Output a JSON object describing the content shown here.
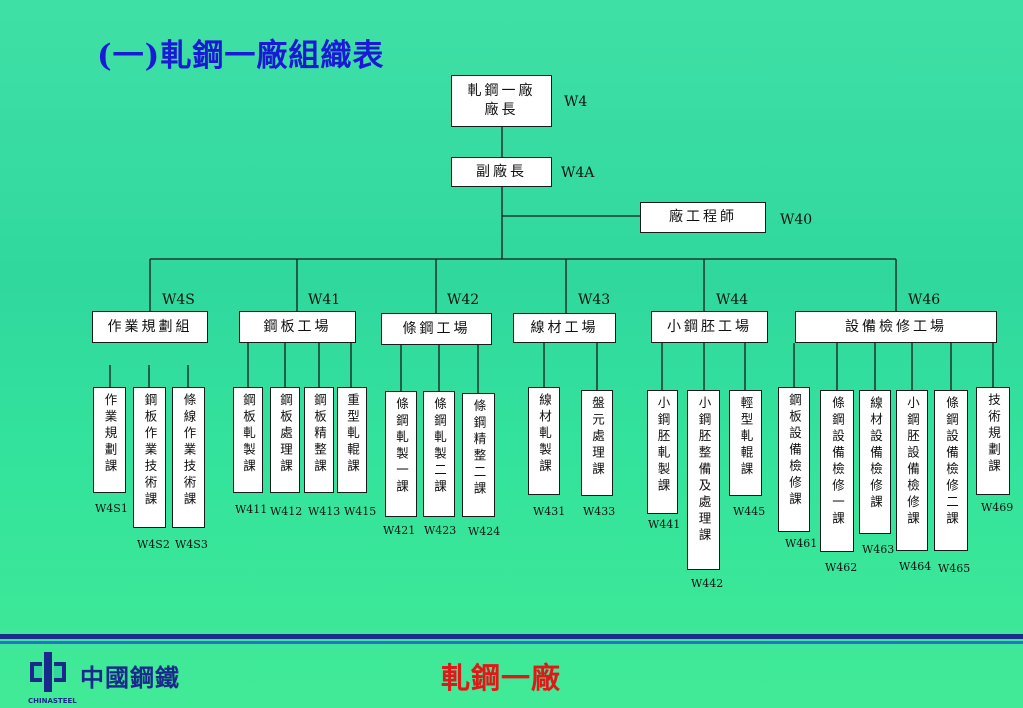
{
  "title": "(一)軋鋼一廠組織表",
  "top": {
    "director": {
      "line1": "軋鋼一廠",
      "line2": "廠長",
      "code": "W4"
    },
    "deputy": {
      "label": "副廠長",
      "code": "W4A"
    },
    "engineer": {
      "label": "廠工程師",
      "code": "W40"
    }
  },
  "units": [
    {
      "code": "W4S",
      "label": "作業規劃組"
    },
    {
      "code": "W41",
      "label": "鋼板工場"
    },
    {
      "code": "W42",
      "label": "條鋼工場"
    },
    {
      "code": "W43",
      "label": "線材工場"
    },
    {
      "code": "W44",
      "label": "小鋼胚工場"
    },
    {
      "code": "W46",
      "label": "設備檢修工場"
    }
  ],
  "sections": [
    {
      "label": "作業規劃課",
      "code": "W4S1"
    },
    {
      "label": "鋼板作業技術課",
      "code": "W4S2"
    },
    {
      "label": "條線作業技術課",
      "code": "W4S3"
    },
    {
      "label": "鋼板軋製課",
      "code": "W411"
    },
    {
      "label": "鋼板處理課",
      "code": "W412"
    },
    {
      "label": "鋼板精整課",
      "code": "W413"
    },
    {
      "label": "重型軋輥課",
      "code": "W415"
    },
    {
      "label": "條鋼軋製一課",
      "code": "W421"
    },
    {
      "label": "條鋼軋製二課",
      "code": "W423"
    },
    {
      "label": "條鋼精整二課",
      "code": "W424"
    },
    {
      "label": "線材軋製課",
      "code": "W431"
    },
    {
      "label": "盤元處理課",
      "code": "W433"
    },
    {
      "label": "小鋼胚軋製課",
      "code": "W441"
    },
    {
      "label": "小鋼胚整備及處理課",
      "code": "W442"
    },
    {
      "label": "輕型軋輥課",
      "code": "W445"
    },
    {
      "label": "鋼板設備檢修課",
      "code": "W461"
    },
    {
      "label": "條鋼設備檢修一課",
      "code": "W462"
    },
    {
      "label": "線材設備檢修課",
      "code": "W463"
    },
    {
      "label": "小鋼胚設備檢修課",
      "code": "W464"
    },
    {
      "label": "條鋼設備檢修二課",
      "code": "W465"
    },
    {
      "label": "技術規劃課",
      "code": "W469"
    }
  ],
  "footer": {
    "company": "中國鋼鐵",
    "company_en": "CHINASTEEL",
    "plant": "軋鋼一廠"
  },
  "colors": {
    "title": "#1a1ad6",
    "footer_title": "#e21818",
    "background": "#33e39c",
    "footer_bar": "#1b2f8a"
  },
  "icons": [
    "chinasteel-logo-icon"
  ]
}
